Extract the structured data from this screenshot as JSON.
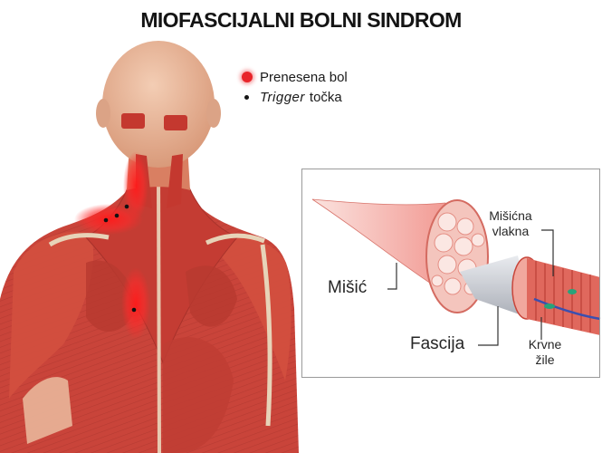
{
  "title": "MIOFASCIJALNI BOLNI SINDROM",
  "legend": {
    "referred_pain": "Prenesena bol",
    "trigger_italic": "Trigger",
    "trigger_rest": "točka"
  },
  "labels": {
    "muscle": "Mišić",
    "fascia": "Fascija",
    "muscle_fibers_line1": "Mišićna",
    "muscle_fibers_line2": "vlakna",
    "blood_vessels_line1": "Krvne",
    "blood_vessels_line2": "žile"
  },
  "colors": {
    "muscle": "#c9443a",
    "muscle_light": "#e0806a",
    "skin": "#e9b69a",
    "pain": "#e8252a",
    "tendon": "#e7d3b8",
    "fascia": "#c9ccd3"
  }
}
